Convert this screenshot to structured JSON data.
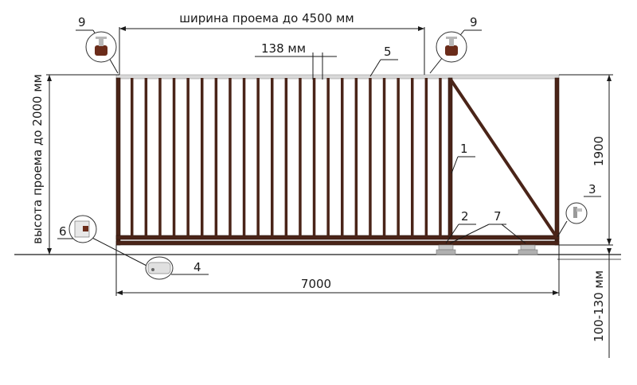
{
  "labels": {
    "width_opening": "ширина проема до 4500 мм",
    "height_opening": "высота проема до 2000 мм",
    "picket_step": "138 мм",
    "gate_height": "1900",
    "total_length": "7000",
    "ground_clearance": "100-130 мм"
  },
  "callouts": [
    "1",
    "2",
    "3",
    "4",
    "5",
    "6",
    "7",
    "9",
    "9"
  ],
  "colors": {
    "frame": "#4a2418",
    "rail": "#d9d9d9",
    "roller": "#c8c8c8",
    "line": "#1a1a1a"
  },
  "icons": [
    "roller-catcher-icon",
    "end-roller-icon",
    "gate-motor-icon",
    "control-box-icon",
    "top-guide-icon"
  ]
}
